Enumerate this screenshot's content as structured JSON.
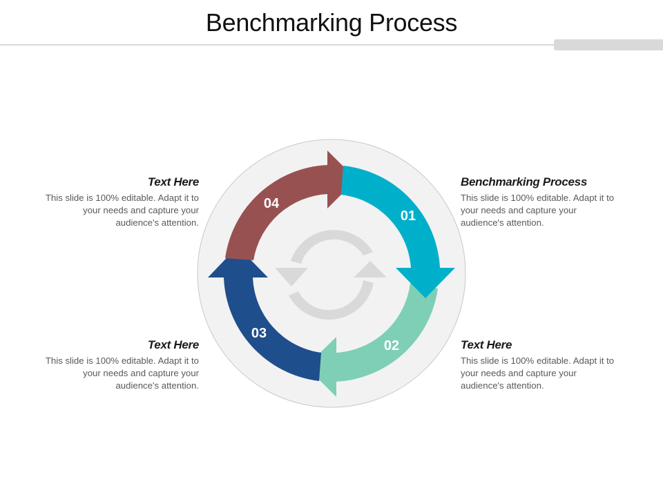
{
  "slide": {
    "title": "Benchmarking Process",
    "accent_bar_color": "#d9d9d9"
  },
  "diagram": {
    "type": "circular-process",
    "background_circle_color": "#f2f2f2",
    "center_icon": "refresh-cycle-icon",
    "center_icon_color": "#d9d9d9",
    "steps": [
      {
        "number": "01",
        "color": "#00b0ca",
        "position": "top-right"
      },
      {
        "number": "02",
        "color": "#7ecfb5",
        "position": "bottom-right"
      },
      {
        "number": "03",
        "color": "#1f4e8c",
        "position": "bottom-left"
      },
      {
        "number": "04",
        "color": "#985151",
        "position": "top-left"
      }
    ]
  },
  "text_blocks": {
    "top_left": {
      "heading": "Text Here",
      "body": "This slide is 100% editable. Adapt it to your needs and capture your audience's attention."
    },
    "top_right": {
      "heading": "Benchmarking Process",
      "body": "This slide is 100% editable. Adapt it to your needs and capture your audience's attention."
    },
    "bottom_left": {
      "heading": "Text Here",
      "body": "This slide is 100% editable. Adapt it to your needs and capture your audience's attention."
    },
    "bottom_right": {
      "heading": "Text Here",
      "body": "This slide is 100% editable. Adapt it to your needs and capture your audience's attention."
    }
  }
}
